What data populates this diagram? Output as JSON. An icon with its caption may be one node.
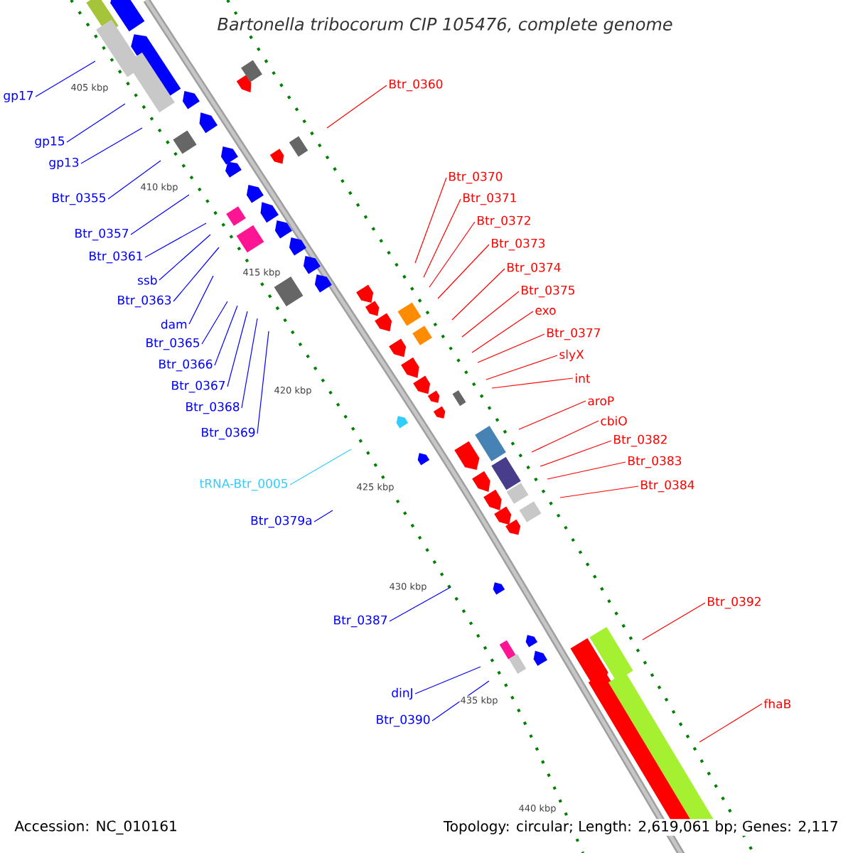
{
  "diagram": {
    "title": "*Bartonella tribocorum* CIP 105476, complete genome",
    "nodes": [
      {
        "text": [
          "gp17"
        ]
      },
      {
        "text": [
          "gp15"
        ]
      },
      {
        "text": [
          "gp13"
        ]
      },
      {
        "text": [
          "Btr_0355"
        ]
      },
      {
        "text": [
          "Btr_0357"
        ]
      },
      {
        "text": [
          "Btr_0361"
        ]
      },
      {
        "text": [
          "ssb"
        ]
      },
      {
        "text": [
          "Btr_0363"
        ]
      },
      {
        "text": [
          "dam"
        ]
      },
      {
        "text": [
          "Btr_0365"
        ]
      },
      {
        "text": [
          "Btr_0366"
        ]
      },
      {
        "text": [
          "Btr_0367"
        ]
      },
      {
        "text": [
          "Btr_0368"
        ]
      },
      {
        "text": [
          "Btr_0369"
        ]
      },
      {
        "text": [
          "tRNA-Btr_0005"
        ]
      },
      {
        "text": [
          "Btr_0379a"
        ]
      },
      {
        "text": [
          "Btr_0387"
        ]
      },
      {
        "text": [
          "dinJ"
        ]
      },
      {
        "text": [
          "Btr_0390"
        ]
      },
      {
        "text": [
          "Btr_0360"
        ]
      },
      {
        "text": [
          "Btr_0370"
        ]
      },
      {
        "text": [
          "Btr_0371"
        ]
      },
      {
        "text": [
          "Btr_0372"
        ]
      },
      {
        "text": [
          "Btr_0373"
        ]
      },
      {
        "text": [
          "Btr_0374"
        ]
      },
      {
        "text": [
          "Btr_0375"
        ]
      },
      {
        "text": [
          "exo"
        ]
      },
      {
        "text": [
          "Btr_0377"
        ]
      },
      {
        "text": [
          "slyX"
        ]
      },
      {
        "text": [
          "int"
        ]
      },
      {
        "text": [
          "aroP"
        ]
      },
      {
        "text": [
          "cbiO"
        ]
      },
      {
        "text": [
          "Btr_0382"
        ]
      },
      {
        "text": [
          "Btr_0383"
        ]
      },
      {
        "text": [
          "Btr_0384"
        ]
      },
      {
        "text": [
          "Btr_0392"
        ]
      },
      {
        "text": [
          "fhaB"
        ]
      }
    ],
    "edges": [
      {
        "from": 0,
        "to": null,
        "arrow": "none",
        "color": "#0000ff"
      },
      {
        "from": 1,
        "to": null,
        "arrow": "none",
        "color": "#0000ff"
      },
      {
        "from": 2,
        "to": null,
        "arrow": "none",
        "color": "#0000ff"
      },
      {
        "from": 3,
        "to": null,
        "arrow": "none",
        "color": "#0000ff"
      },
      {
        "from": 4,
        "to": null,
        "arrow": "none",
        "color": "#0000ff"
      },
      {
        "from": 5,
        "to": null,
        "arrow": "none",
        "color": "#0000ff"
      },
      {
        "from": 6,
        "to": null,
        "arrow": "none",
        "color": "#0000ff"
      },
      {
        "from": 7,
        "to": null,
        "arrow": "none",
        "color": "#0000ff"
      },
      {
        "from": 8,
        "to": null,
        "arrow": "none",
        "color": "#0000ff"
      },
      {
        "from": 9,
        "to": null,
        "arrow": "none",
        "color": "#0000ff"
      },
      {
        "from": 10,
        "to": null,
        "arrow": "none",
        "color": "#0000ff"
      },
      {
        "from": 11,
        "to": null,
        "arrow": "none",
        "color": "#0000ff"
      },
      {
        "from": 12,
        "to": null,
        "arrow": "none",
        "color": "#0000ff"
      },
      {
        "from": 13,
        "to": null,
        "arrow": "none",
        "color": "#0000ff"
      },
      {
        "from": 14,
        "to": null,
        "arrow": "none",
        "color": "#33ccff"
      },
      {
        "from": 15,
        "to": null,
        "arrow": "none",
        "color": "#0000ff"
      },
      {
        "from": 16,
        "to": null,
        "arrow": "none",
        "color": "#0000ff"
      },
      {
        "from": 17,
        "to": null,
        "arrow": "none",
        "color": "#0000ff"
      },
      {
        "from": 18,
        "to": null,
        "arrow": "none",
        "color": "#0000ff"
      },
      {
        "from": 19,
        "to": null,
        "arrow": "none",
        "color": "#ff0000"
      },
      {
        "from": 20,
        "to": null,
        "arrow": "none",
        "color": "#ff0000"
      },
      {
        "from": 21,
        "to": null,
        "arrow": "none",
        "color": "#ff0000"
      },
      {
        "from": 22,
        "to": null,
        "arrow": "none",
        "color": "#ff0000"
      },
      {
        "from": 23,
        "to": null,
        "arrow": "none",
        "color": "#ff0000"
      },
      {
        "from": 24,
        "to": null,
        "arrow": "none",
        "color": "#ff0000"
      },
      {
        "from": 25,
        "to": null,
        "arrow": "none",
        "color": "#ff0000"
      },
      {
        "from": 26,
        "to": null,
        "arrow": "none",
        "color": "#ff0000"
      },
      {
        "from": 27,
        "to": null,
        "arrow": "none",
        "color": "#ff0000"
      },
      {
        "from": 28,
        "to": null,
        "arrow": "none",
        "color": "#ff0000"
      },
      {
        "from": 29,
        "to": null,
        "arrow": "none",
        "color": "#ff0000"
      },
      {
        "from": 30,
        "to": null,
        "arrow": "none",
        "color": "#ff0000"
      },
      {
        "from": 31,
        "to": null,
        "arrow": "none",
        "color": "#ff0000"
      },
      {
        "from": 32,
        "to": null,
        "arrow": "none",
        "color": "#ff0000"
      },
      {
        "from": 33,
        "to": null,
        "arrow": "none",
        "color": "#ff0000"
      },
      {
        "from": 34,
        "to": null,
        "arrow": "none",
        "color": "#ff0000"
      },
      {
        "from": 35,
        "to": null,
        "arrow": "none",
        "color": "#ff0000"
      },
      {
        "from": 36,
        "to": null,
        "arrow": "none",
        "color": "#ff0000"
      }
    ],
    "labels": [
      "405 kbp",
      "410 kbp",
      "415 kbp",
      "420 kbp",
      "425 kbp",
      "430 kbp",
      "435 kbp",
      "440 kbp",
      "Accession: NC_010161",
      "Topology: circular; Length: 2,619,061 bp; Genes: 2,117"
    ]
  }
}
